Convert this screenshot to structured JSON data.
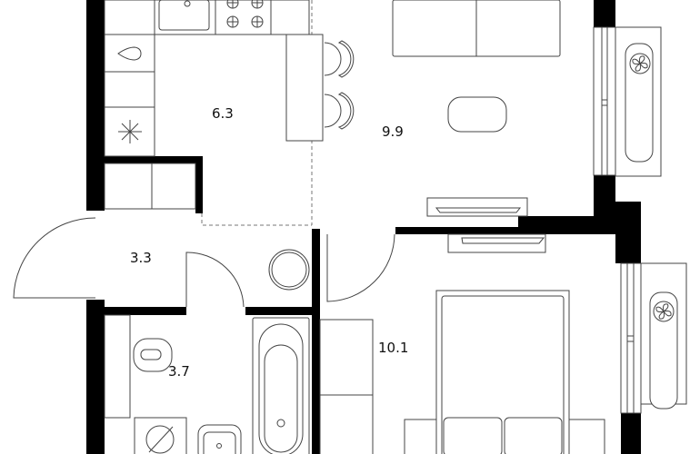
{
  "plan": {
    "rooms": [
      {
        "id": "kitchen",
        "area": "6.3"
      },
      {
        "id": "living-room",
        "area": "9.9"
      },
      {
        "id": "hallway",
        "area": "3.3"
      },
      {
        "id": "bathroom",
        "area": "3.7"
      },
      {
        "id": "bedroom",
        "area": "10.1"
      }
    ],
    "colors": {
      "wall": "#000000",
      "furniture_line": "#444444",
      "background": "#ffffff"
    },
    "icons": [
      "water-drop-icon",
      "snowflake-icon",
      "stove-burner-icon",
      "fan-icon",
      "washing-machine-icon"
    ]
  }
}
